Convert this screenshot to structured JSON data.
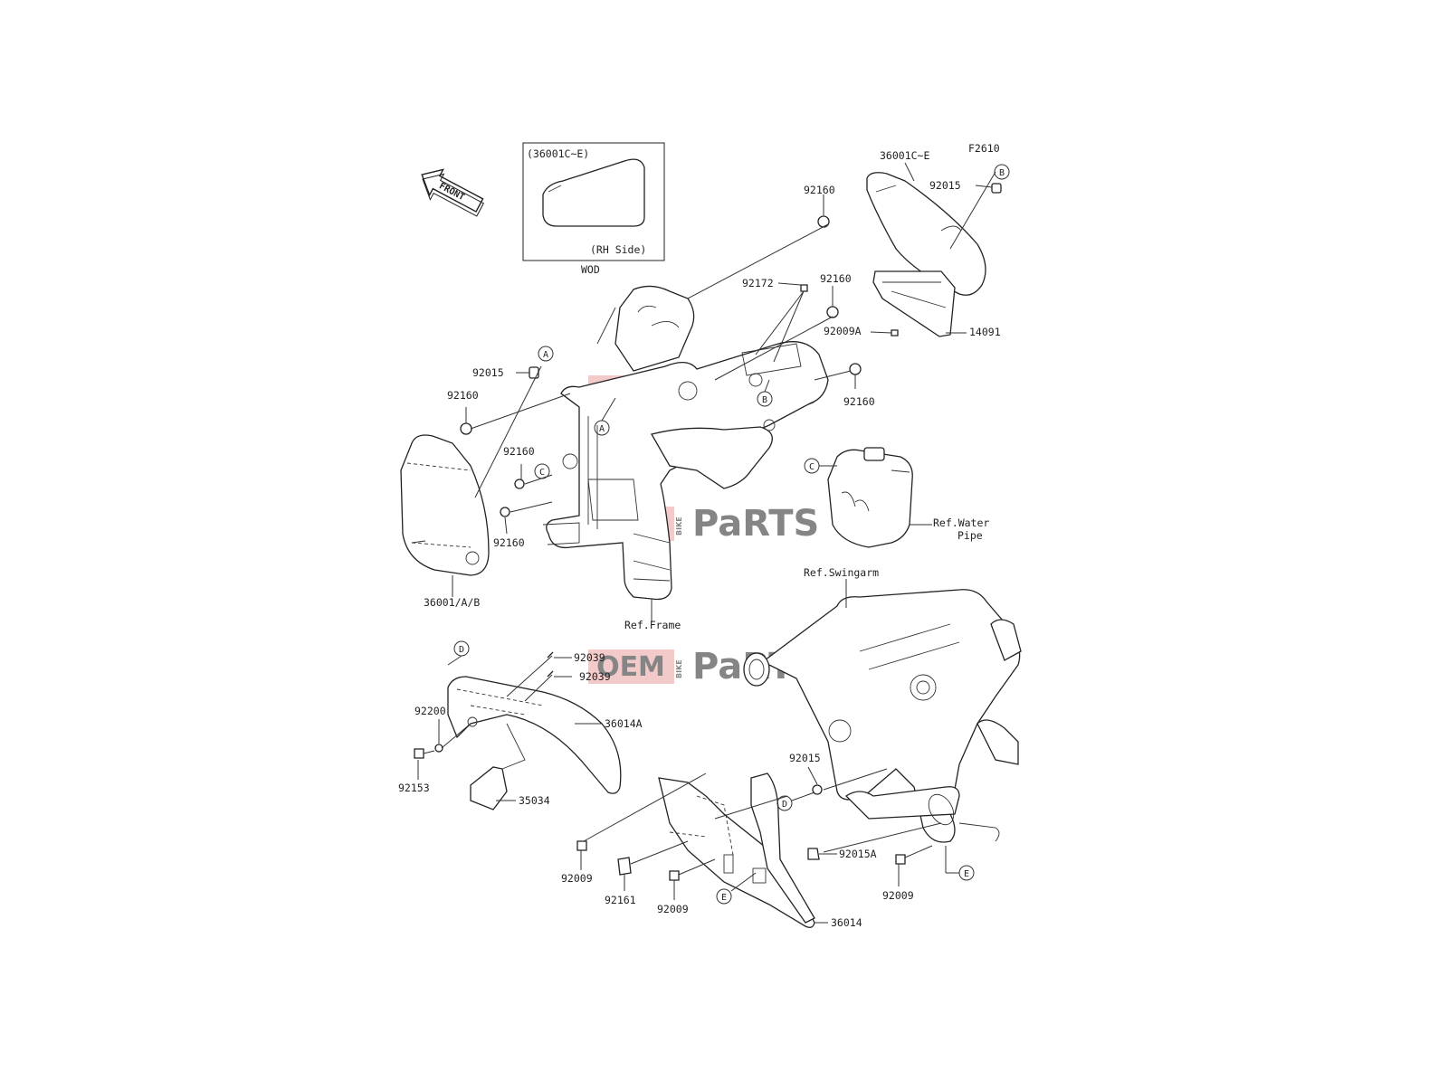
{
  "diagram_code": "F2610",
  "front_label": "FRONT",
  "inset": {
    "title": "(36001C~E)",
    "caption": "(RH Side)",
    "footer": "WOD"
  },
  "watermark": {
    "oem": "OEM",
    "bike": "BIKE",
    "parts": "PaRTS"
  },
  "callouts": [
    {
      "id": "c1",
      "text": "36001C~E"
    },
    {
      "id": "c2",
      "text": "92160"
    },
    {
      "id": "c3",
      "text": "92015"
    },
    {
      "id": "c4",
      "text": "92172"
    },
    {
      "id": "c5",
      "text": "92160"
    },
    {
      "id": "c6",
      "text": "92009A"
    },
    {
      "id": "c7",
      "text": "14091"
    },
    {
      "id": "c8",
      "text": "92160"
    },
    {
      "id": "c9",
      "text": "92015"
    },
    {
      "id": "c10",
      "text": "92160"
    },
    {
      "id": "c11",
      "text": "92160"
    },
    {
      "id": "c12",
      "text": "92160"
    },
    {
      "id": "c13",
      "text": "36001/A/B"
    },
    {
      "id": "c14",
      "text": "Ref.Frame"
    },
    {
      "id": "c15",
      "text": "Ref.Water"
    },
    {
      "id": "c16",
      "text": "Pipe"
    },
    {
      "id": "c17",
      "text": "Ref.Swingarm"
    },
    {
      "id": "c18",
      "text": "92039"
    },
    {
      "id": "c19",
      "text": "92039"
    },
    {
      "id": "c20",
      "text": "36014A"
    },
    {
      "id": "c21",
      "text": "92200"
    },
    {
      "id": "c22",
      "text": "92153"
    },
    {
      "id": "c23",
      "text": "35034"
    },
    {
      "id": "c24",
      "text": "92015"
    },
    {
      "id": "c25",
      "text": "92015A"
    },
    {
      "id": "c26",
      "text": "92009"
    },
    {
      "id": "c27",
      "text": "92161"
    },
    {
      "id": "c28",
      "text": "92009"
    },
    {
      "id": "c29",
      "text": "92009"
    },
    {
      "id": "c30",
      "text": "36014"
    }
  ],
  "ref_markers": [
    {
      "id": "m1",
      "letter": "B"
    },
    {
      "id": "m2",
      "letter": "A"
    },
    {
      "id": "m3",
      "letter": "A"
    },
    {
      "id": "m4",
      "letter": "B"
    },
    {
      "id": "m5",
      "letter": "C"
    },
    {
      "id": "m6",
      "letter": "C"
    },
    {
      "id": "m7",
      "letter": "D"
    },
    {
      "id": "m8",
      "letter": "D"
    },
    {
      "id": "m9",
      "letter": "E"
    },
    {
      "id": "m10",
      "letter": "E"
    }
  ]
}
